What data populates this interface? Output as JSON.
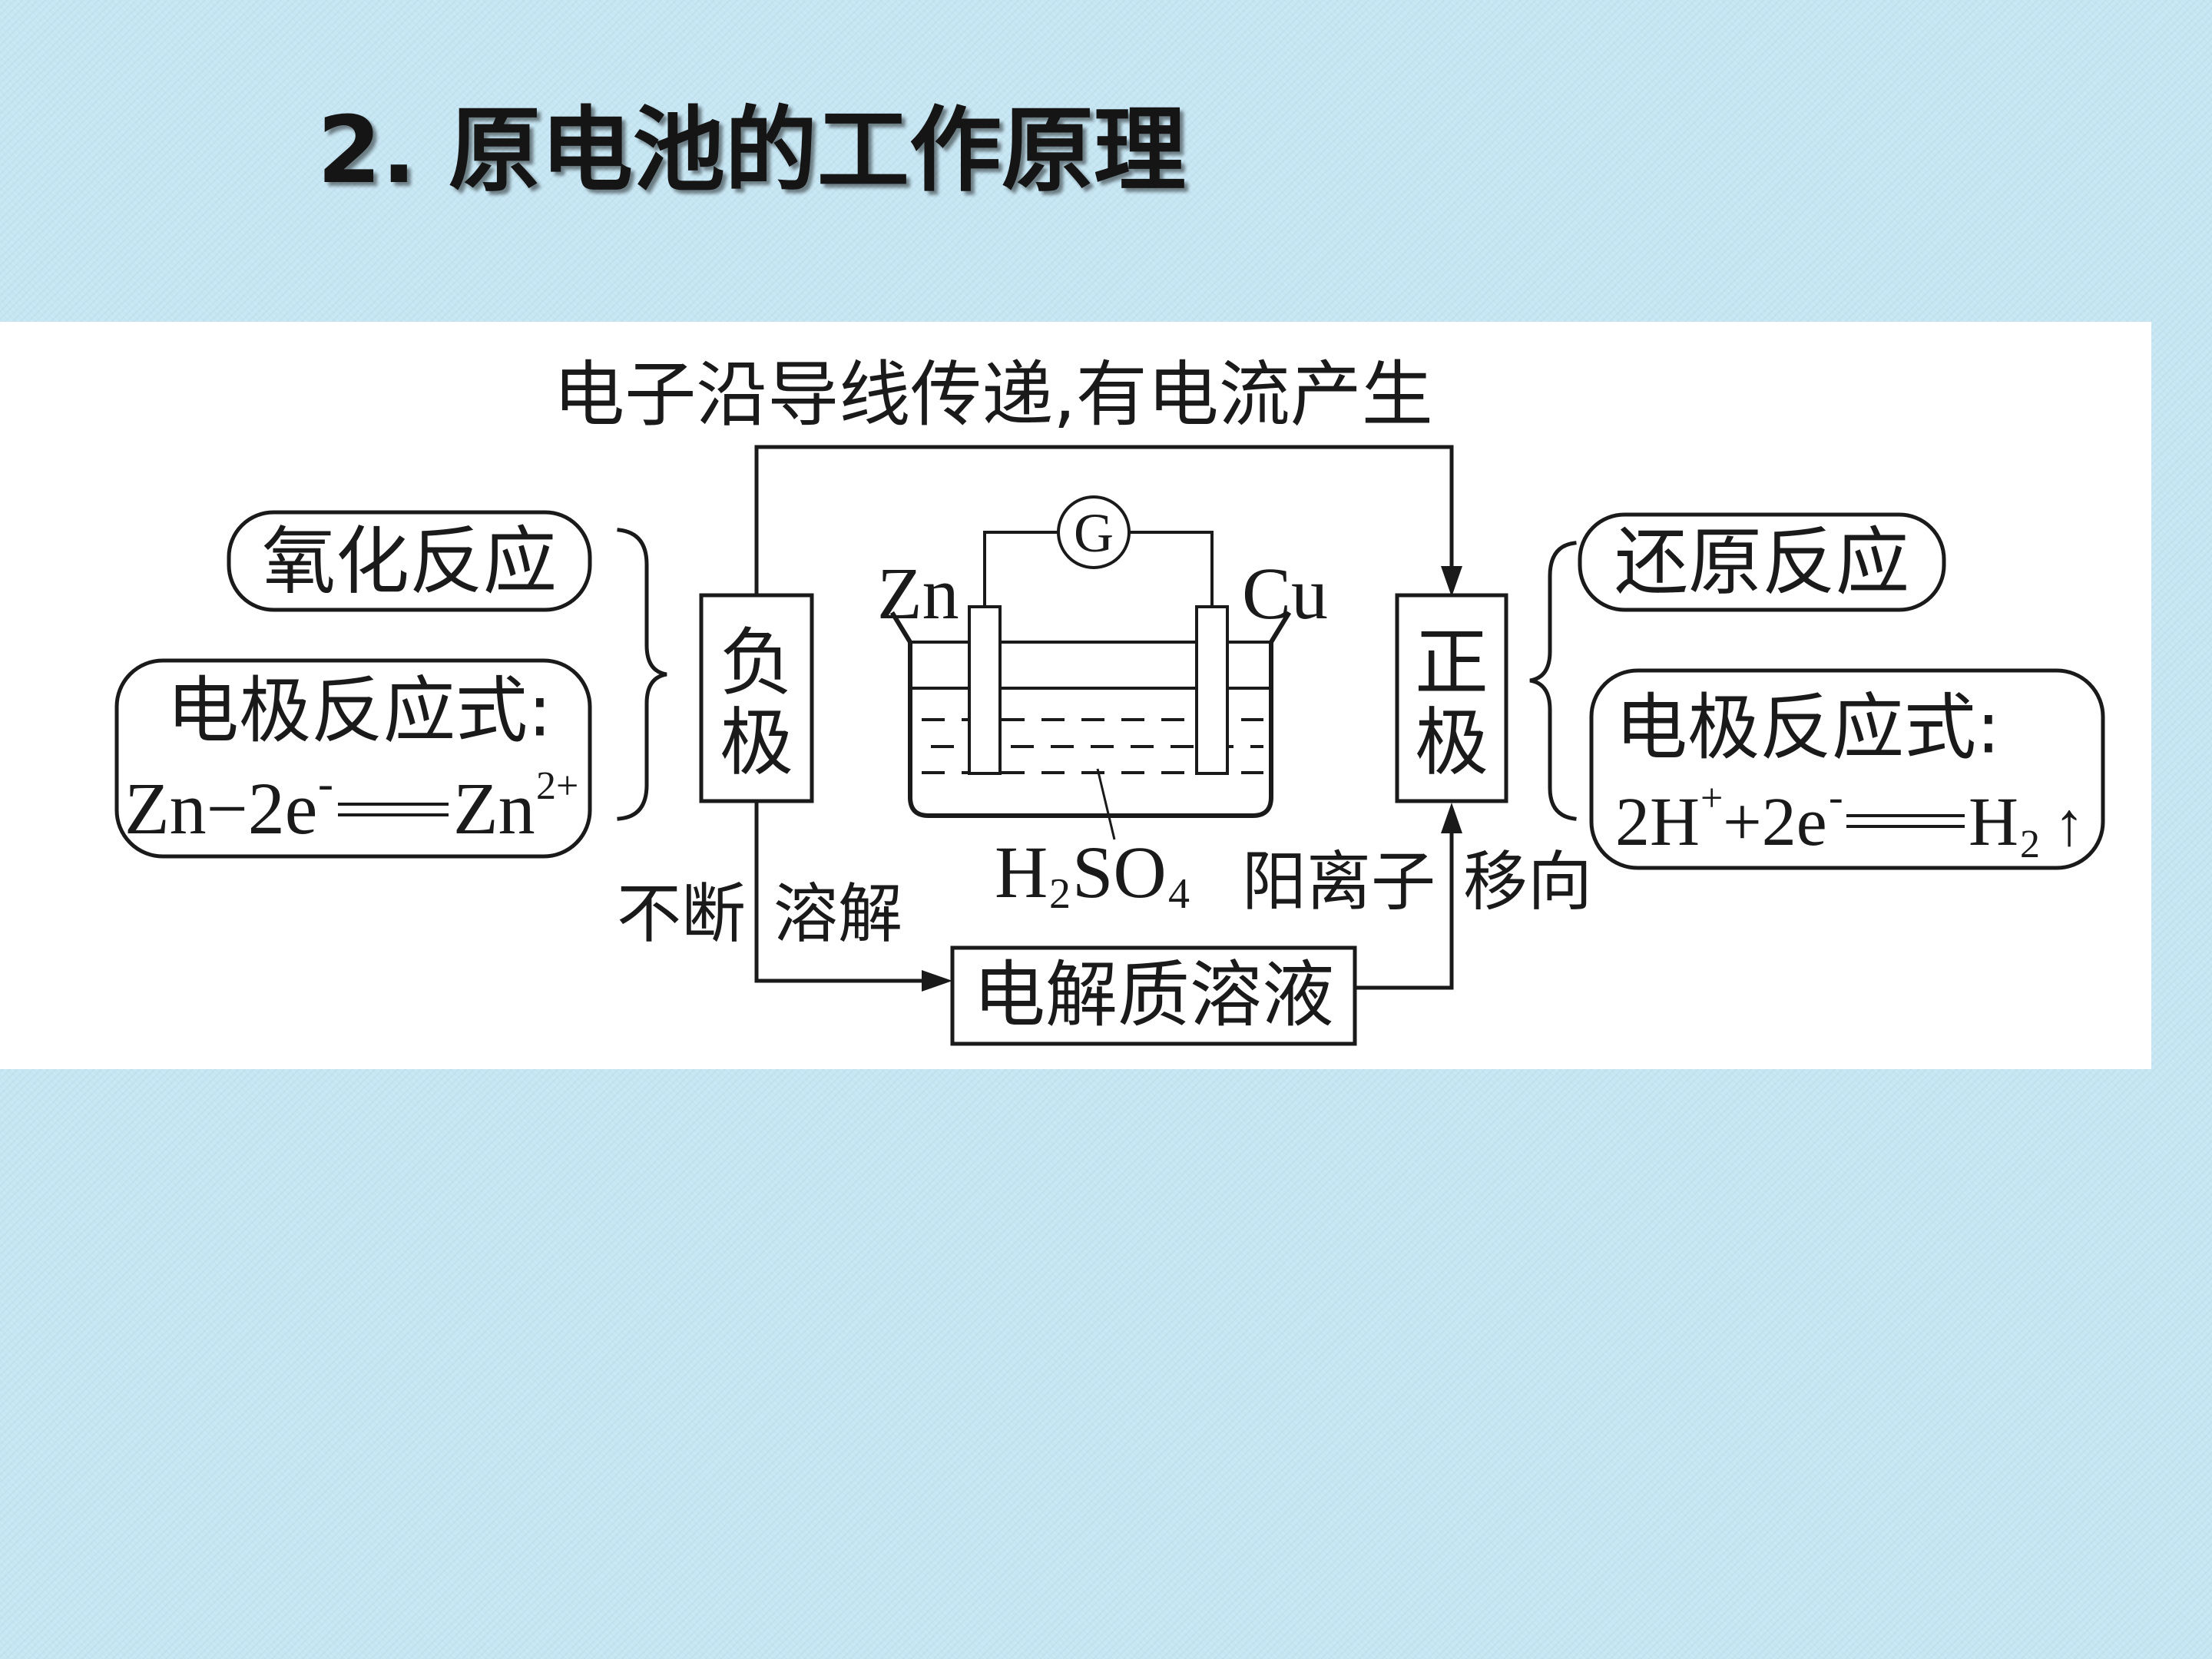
{
  "slide": {
    "title": "2. 原电池的工作原理"
  },
  "diagram": {
    "electron_flow_note": "电子沿导线传递,有电流产生",
    "anode": {
      "label_chars": [
        "负",
        "极"
      ],
      "reaction_type": "氧化反应",
      "equation_heading": "电极反应式:",
      "equation": {
        "left": "Zn−2e",
        "left_sup": "-",
        "right": "Zn",
        "right_sup": "2+"
      },
      "process_words": [
        "不断",
        "溶解"
      ]
    },
    "cathode": {
      "label_chars": [
        "正",
        "极"
      ],
      "reaction_type": "还原反应",
      "equation_heading": "电极反应式:",
      "equation": {
        "left_a": "2H",
        "left_a_sup": "+",
        "left_b": "+2e",
        "left_b_sup": "-",
        "right": "H",
        "right_sub": "2",
        "gas_mark": "↑"
      }
    },
    "cell": {
      "meter": "G",
      "left_electrode": "Zn",
      "right_electrode": "Cu",
      "electrolyte": {
        "h": "H",
        "h_sub": "2",
        "so": "SO",
        "so_sub": "4"
      }
    },
    "electrolyte_box": "电解质溶液",
    "cation_migration_words": [
      "阳离子",
      "移向"
    ]
  },
  "colors": {
    "background": "#c7e6f3",
    "panel": "#ffffff",
    "ink": "#1a1a1a"
  }
}
